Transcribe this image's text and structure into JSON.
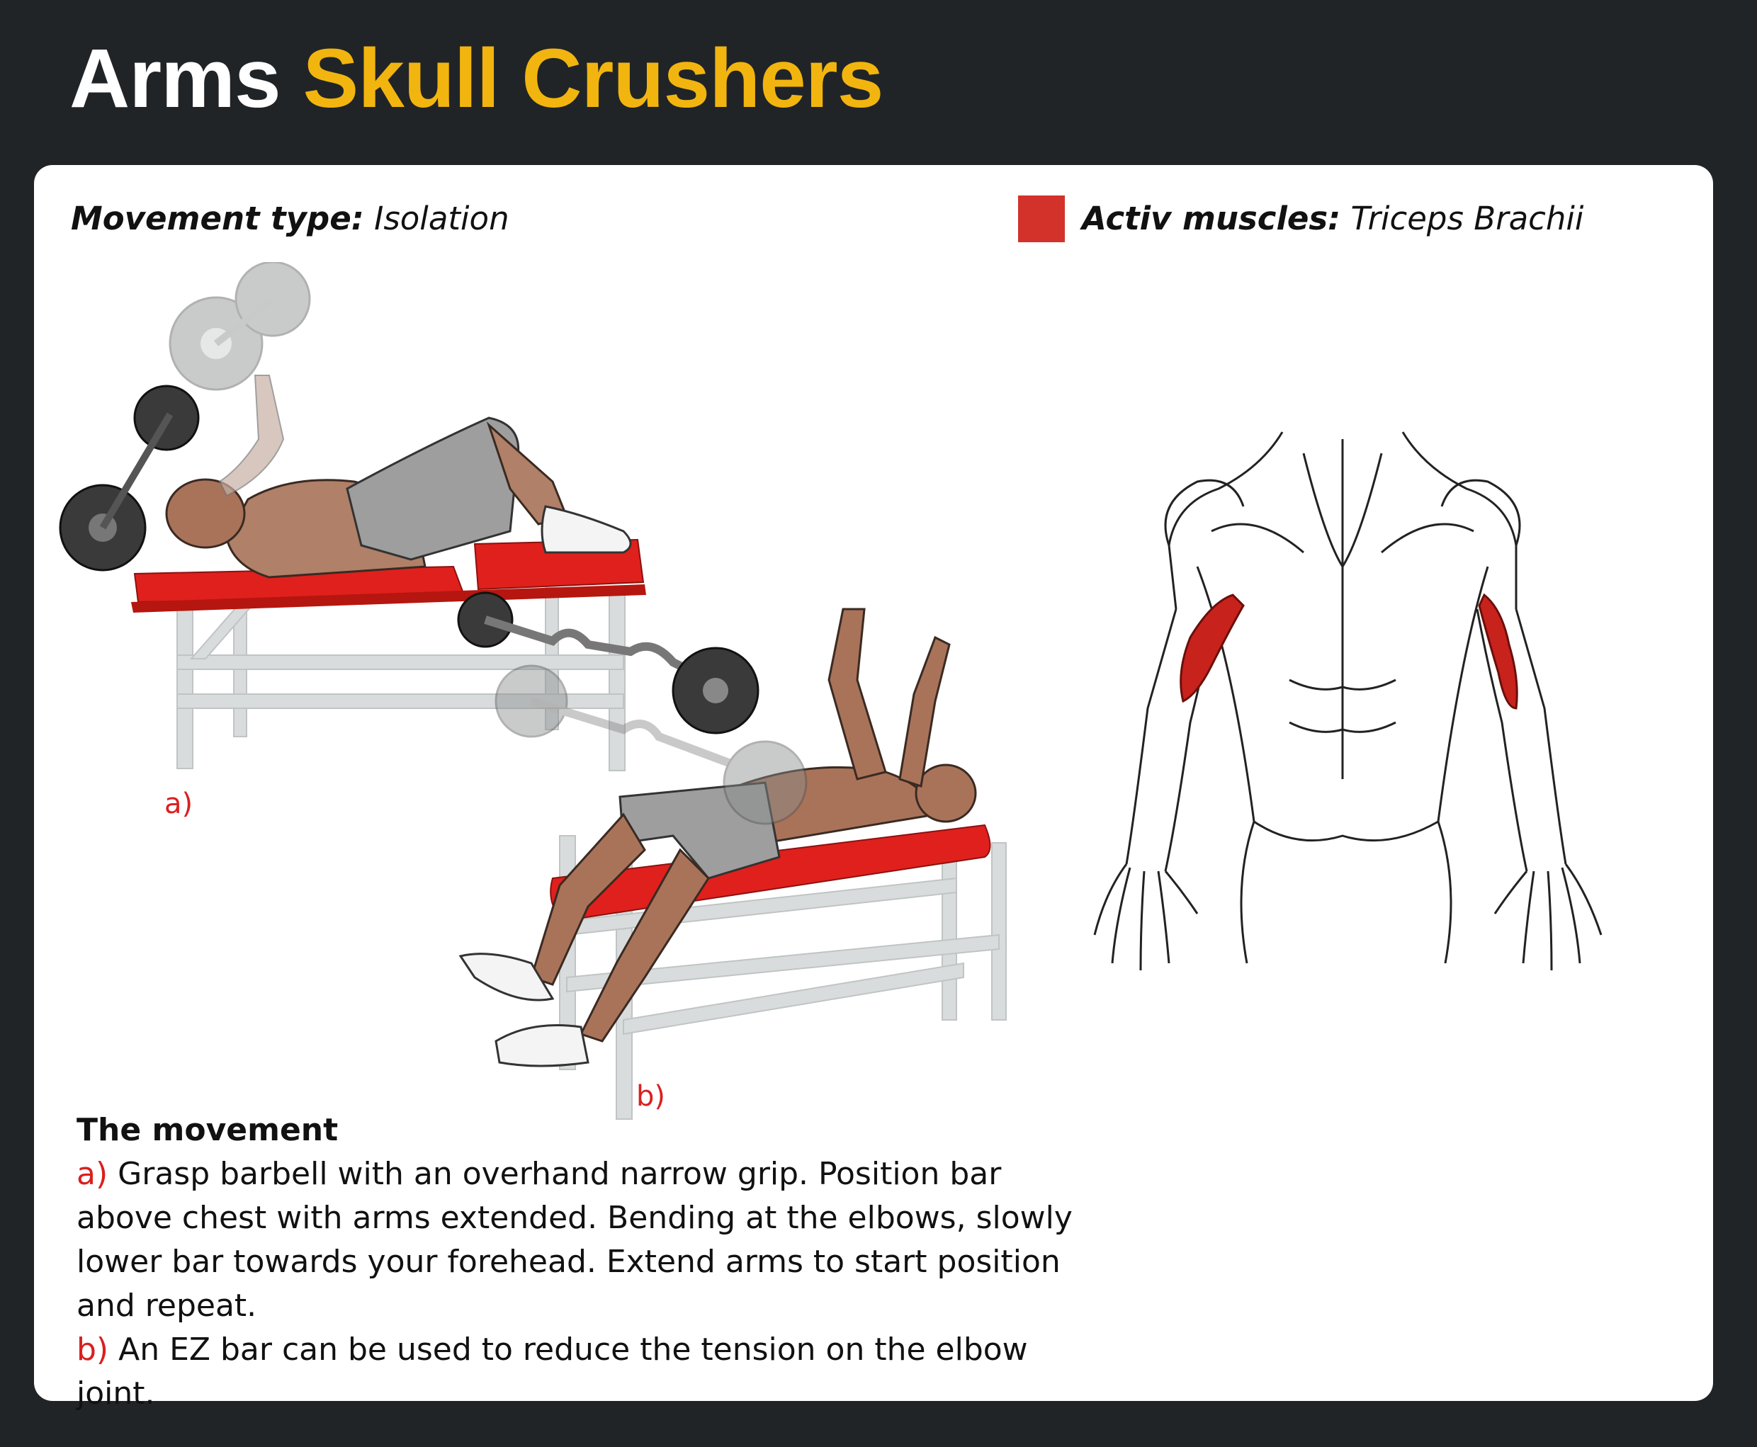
{
  "title": {
    "part1": "Arms",
    "part2": "Skull Crushers"
  },
  "movement_type": {
    "label": "Movement type:",
    "value": "Isolation"
  },
  "active_muscles": {
    "label": "Activ muscles:",
    "value": "Triceps Brachii",
    "swatch_color": "#d3322b"
  },
  "figures": {
    "a_label": "a)",
    "b_label": "b)"
  },
  "description": {
    "heading": "The movement",
    "a_marker": "a)",
    "a_text": " Grasp barbell with an overhand narrow grip. Position bar above chest with arms extended. Bending at the elbows, slowly lower bar towards your forehead. Extend arms to start position and repeat.",
    "b_marker": "b)",
    "b_text": " An EZ bar can be used to reduce the tension on the elbow joint."
  },
  "colors": {
    "accent_yellow": "#f2b50f",
    "accent_red": "#d9201f",
    "bench_red": "#e0201c",
    "background": "#212427"
  }
}
